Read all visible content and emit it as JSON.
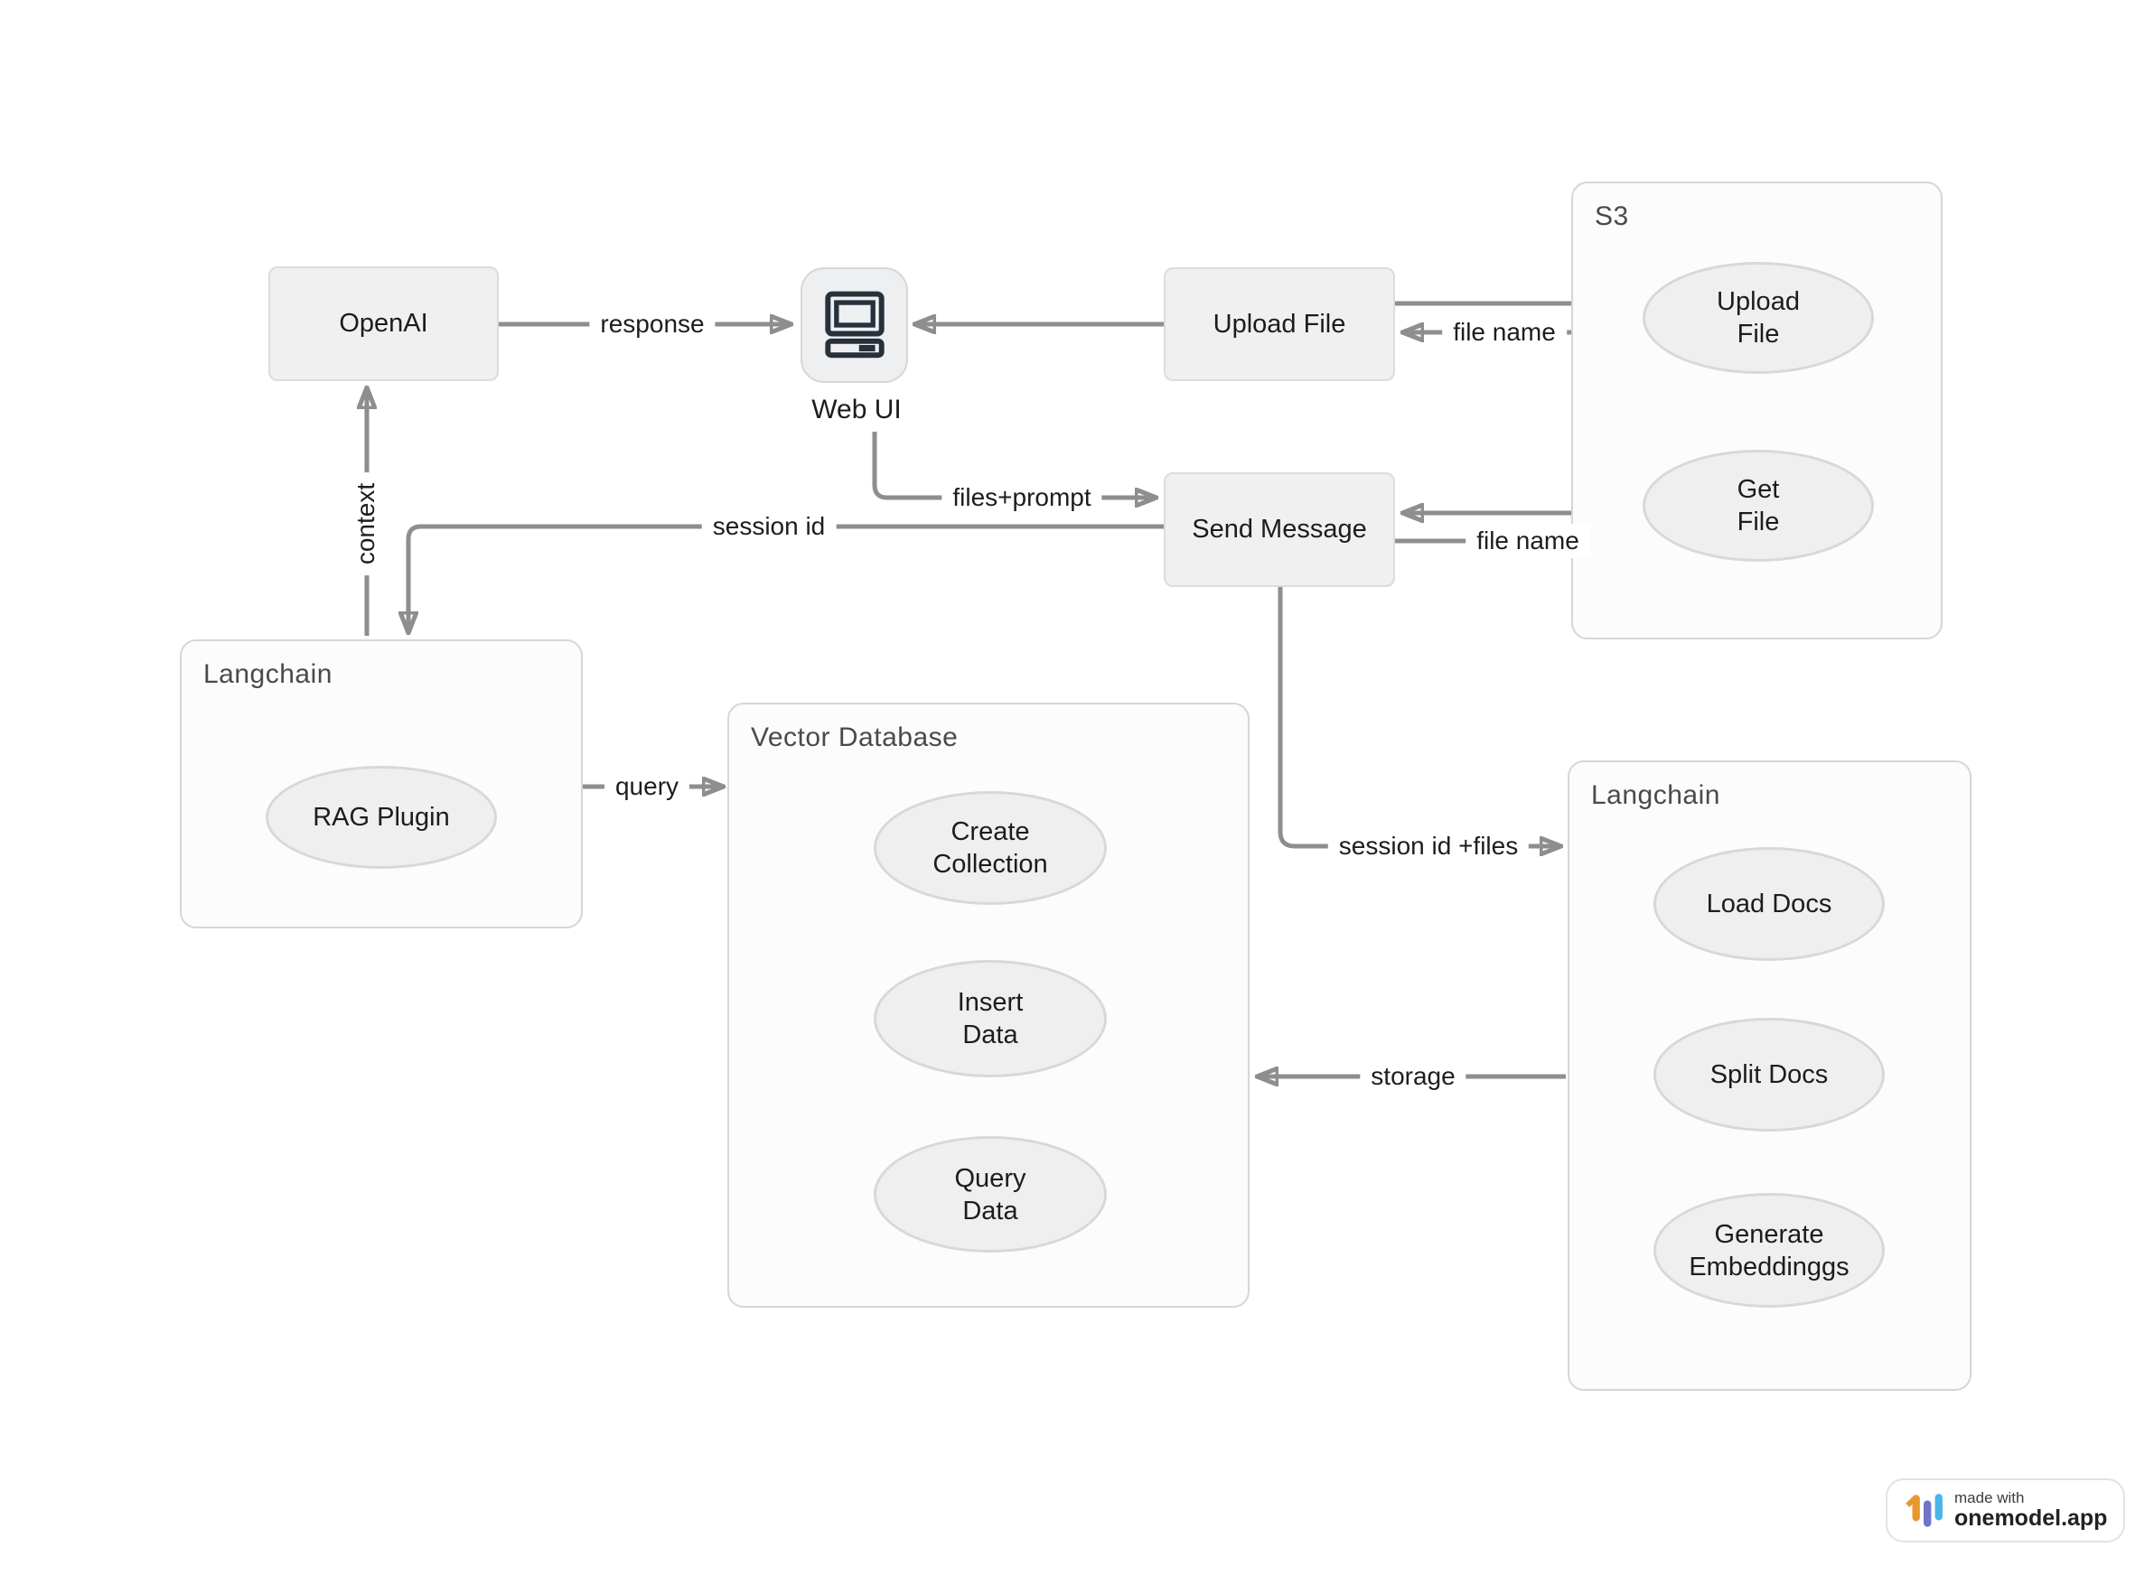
{
  "diagram": {
    "nodes": {
      "openai": {
        "label": "OpenAI"
      },
      "web_ui": {
        "label": "Web UI"
      },
      "upload_file": {
        "label": "Upload File"
      },
      "send_message": {
        "label": "Send Message"
      }
    },
    "containers": {
      "s3": {
        "title": "S3",
        "ops": {
          "upload_file": {
            "lines": [
              "Upload",
              "File"
            ]
          },
          "get_file": {
            "lines": [
              "Get",
              "File"
            ]
          }
        }
      },
      "langchain_left": {
        "title": "Langchain",
        "ops": {
          "rag_plugin": {
            "lines": [
              "RAG Plugin"
            ]
          }
        }
      },
      "vector_database": {
        "title": "Vector Database",
        "ops": {
          "create_collection": {
            "lines": [
              "Create",
              "Collection"
            ]
          },
          "insert_data": {
            "lines": [
              "Insert",
              "Data"
            ]
          },
          "query_data": {
            "lines": [
              "Query",
              "Data"
            ]
          }
        }
      },
      "langchain_right": {
        "title": "Langchain",
        "ops": {
          "load_docs": {
            "lines": [
              "Load Docs"
            ]
          },
          "split_docs": {
            "lines": [
              "Split Docs"
            ]
          },
          "generate_embeddings": {
            "lines": [
              "Generate",
              "Embeddinggs"
            ]
          }
        }
      }
    },
    "edge_labels": {
      "response": "response",
      "file_name_upload": "file name",
      "files_prompt": "files+prompt",
      "session_id": "session id",
      "context": "context",
      "file_name_get": "file name",
      "session_id_files": "session id +files",
      "storage": "storage",
      "query": "query"
    }
  },
  "badge": {
    "made_with": "made with",
    "brand": "onemodel.app"
  },
  "colors": {
    "edge": "#8e8e8e",
    "arrowhead": "#8a8a8a",
    "node_fill": "#f0f0f0",
    "node_border": "#dcdcdc",
    "container_fill": "#fcfcfc",
    "container_border": "#d6d6d6",
    "icon_glyph": "#26313c",
    "badge_orange": "#E8992E",
    "badge_indigo": "#7172C9",
    "badge_blue": "#4AB5E8"
  }
}
